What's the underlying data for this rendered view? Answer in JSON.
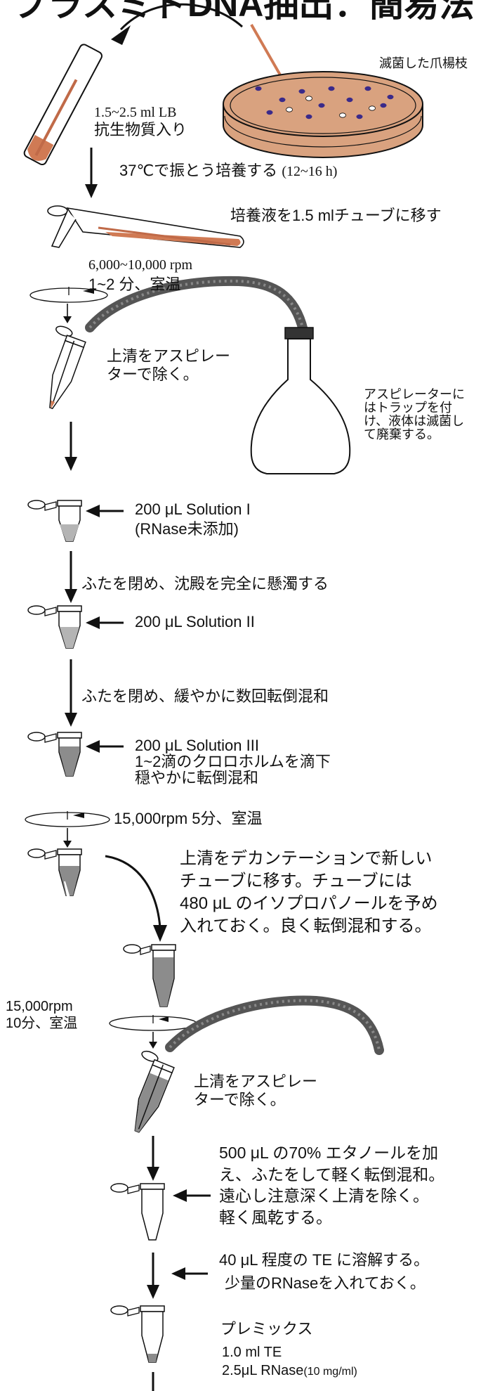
{
  "title": "プラスミドDNA抽出：簡易法",
  "colors": {
    "stroke": "#111111",
    "agar": "#d9a27f",
    "culture": "#d07a54",
    "colony": "#3a2a8a",
    "hose": "#555555",
    "pellet": "#b4b4b4",
    "liquid_gray": "#8c8c8c"
  },
  "labels": {
    "toothpick": "滅菌した爪楊枝",
    "lb_medium": "1.5~2.5 ml LB",
    "antibiotic": "抗生物質入り",
    "incubate": "37℃で振とう培養する",
    "incubate_time": "(12~16 h)",
    "transfer": "培養液を1.5 mlチューブに移す",
    "rpm1": "6,000~10,000 rpm",
    "spin1_time": "1~2 分、室温",
    "aspirate1": "上清をアスピレー\nターで除く。",
    "trap_note": "アスピレーターに\nはトラップを付\nけ、液体は滅菌し\nて廃棄する。",
    "solution1": "200 μL Solution I",
    "rnase_none": "(RNase未添加)",
    "resuspend": "ふたを閉め、沈殿を完全に懸濁する",
    "solution2": "200 μL Solution II",
    "invert_gently": "ふたを閉め、緩やかに数回転倒混和",
    "solution3": "200 μL Solution III",
    "chloroform": "1~2滴のクロロホルムを滴下",
    "mix_gently": "穏やかに転倒混和",
    "spin2": "15,000rpm 5分、室温",
    "decant": "上清をデカンテーションで新しい\nチューブに移す。チューブには\n480 μL のイソプロパノールを予め\n入れておく。良く転倒混和する。",
    "spin3": "15,000rpm\n10分、室温",
    "aspirate2": "上清をアスピレー\nターで除く。",
    "ethanol": "500 μL の70% エタノールを加\nえ、ふたをして軽く転倒混和。\n遠心し注意深く上清を除く。\n軽く風乾する。",
    "te_dissolve": "40 μL 程度の TE に溶解する。",
    "te_rnase": "少量のRNaseを入れておく。",
    "premix_title": "プレミックス",
    "premix_te": "1.0 ml TE",
    "premix_rnase": "2.5μL  RNase",
    "premix_rnase_conc": "(10 mg/ml)"
  }
}
